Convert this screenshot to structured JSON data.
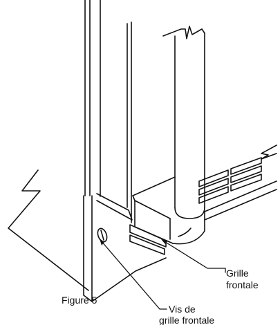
{
  "figure": {
    "caption": "Figure 5",
    "labels": {
      "front_grille_line1": "Grille",
      "front_grille_line2": "frontale",
      "screw_line1": "Vis de",
      "screw_line2": "grille frontale"
    }
  },
  "colors": {
    "stroke": "#111111",
    "background": "#ffffff"
  }
}
